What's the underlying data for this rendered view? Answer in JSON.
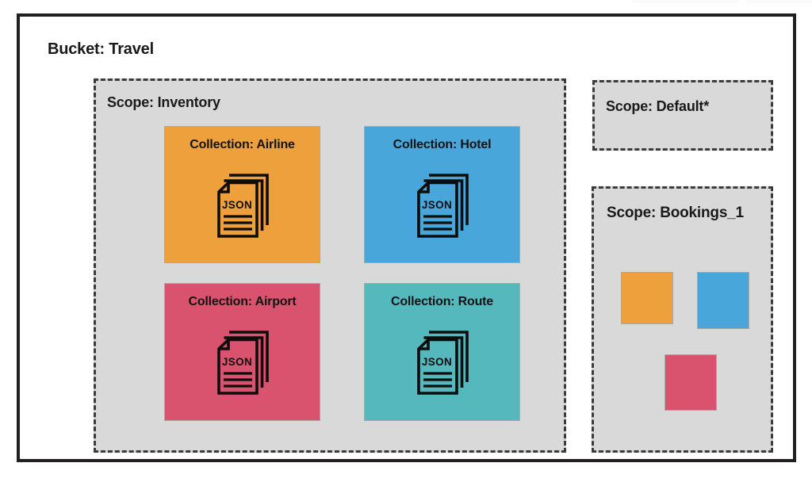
{
  "diagram": {
    "bucket": {
      "title": "Bucket: Travel"
    },
    "scopes": [
      {
        "id": "inventory",
        "title": "Scope: Inventory",
        "collections": [
          {
            "id": "airline",
            "title": "Collection: Airline",
            "color": "#eda03c",
            "icon": "json-documents-icon",
            "icon_label": "JSON"
          },
          {
            "id": "hotel",
            "title": "Collection: Hotel",
            "color": "#49a6db",
            "icon": "json-documents-icon",
            "icon_label": "JSON"
          },
          {
            "id": "airport",
            "title": "Collection: Airport",
            "color": "#d9526e",
            "icon": "json-documents-icon",
            "icon_label": "JSON"
          },
          {
            "id": "route",
            "title": "Collection: Route",
            "color": "#54b8bc",
            "icon": "json-documents-icon",
            "icon_label": "JSON"
          }
        ]
      },
      {
        "id": "default",
        "title": "Scope: Default*",
        "collections": []
      },
      {
        "id": "bookings",
        "title": "Scope: Bookings_1",
        "swatches": [
          {
            "id": "orange",
            "color": "#eda03c"
          },
          {
            "id": "blue",
            "color": "#49a6db"
          },
          {
            "id": "red",
            "color": "#d9526e"
          }
        ]
      }
    ],
    "colors": {
      "orange": "#eda03c",
      "blue": "#49a6db",
      "red": "#d9526e",
      "teal": "#54b8bc",
      "scope_fill": "#d9d9d9",
      "frame_stroke": "#231f20",
      "dash_stroke": "#3b3b3b",
      "page_background": "#ffffff"
    }
  }
}
